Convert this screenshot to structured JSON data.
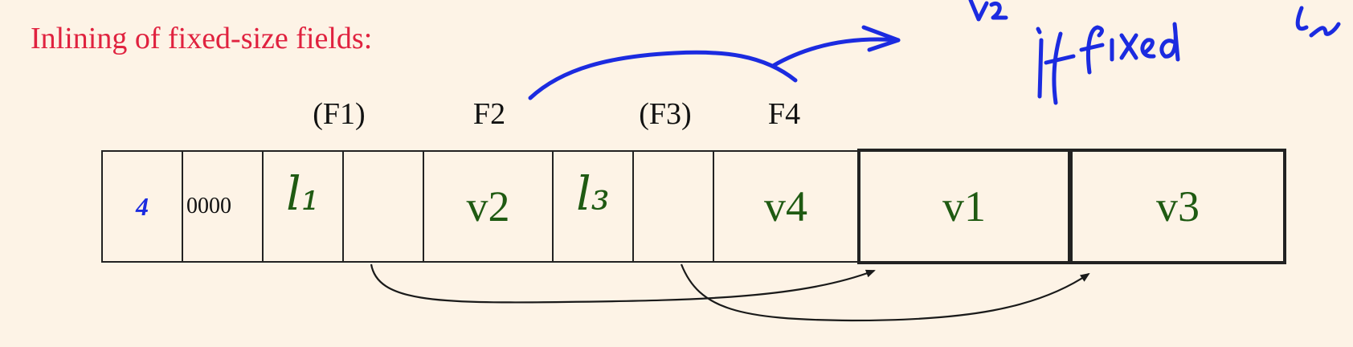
{
  "heading": "Inlining of fixed-size fields:",
  "field_labels": [
    "(F1)",
    "F2",
    "(F3)",
    "F4"
  ],
  "cells": {
    "count": "4",
    "null_bitmap": "0000",
    "len1": "l₁",
    "offset1": "",
    "v2": "v2",
    "len3": "l₃",
    "offset3": "",
    "v4": "v4",
    "v1": "v1",
    "v3": "v3"
  },
  "handwritten_note": "V2 if fixed ...",
  "colors": {
    "background": "#fdf3e6",
    "heading": "#e0223f",
    "values": "#1f5a12",
    "count": "#1b2be0",
    "annotation": "#1b2be0"
  }
}
